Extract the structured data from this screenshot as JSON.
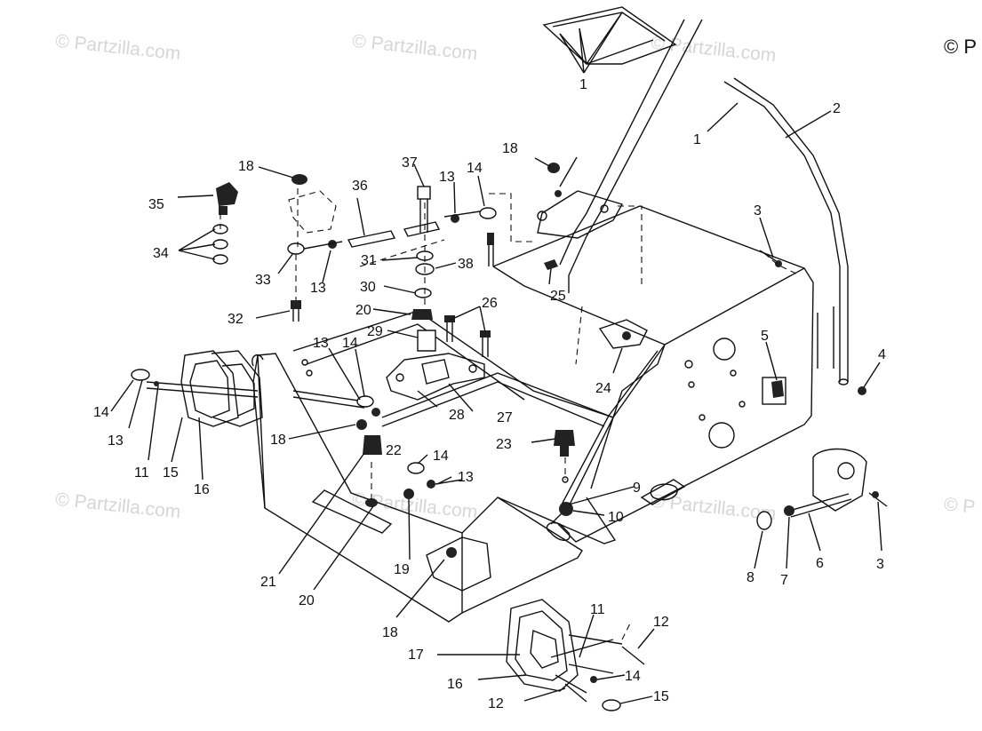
{
  "watermarks": [
    "© Partzilla.com",
    "© Partzilla.com",
    "© Partzilla.com",
    "© Partzilla.com",
    "© Partzilla.com",
    "© Partzilla.com",
    "© P"
  ],
  "copyright": "© P",
  "callouts": [
    "1",
    "1",
    "2",
    "3",
    "3",
    "4",
    "5",
    "6",
    "7",
    "8",
    "9",
    "10",
    "11",
    "11",
    "12",
    "12",
    "13",
    "13",
    "13",
    "13",
    "13",
    "14",
    "14",
    "14",
    "14",
    "14",
    "15",
    "15",
    "16",
    "16",
    "17",
    "18",
    "18",
    "18",
    "18",
    "19",
    "20",
    "20",
    "21",
    "22",
    "23",
    "24",
    "25",
    "26",
    "27",
    "28",
    "29",
    "30",
    "31",
    "32",
    "33",
    "34",
    "35",
    "36",
    "37",
    "38"
  ]
}
